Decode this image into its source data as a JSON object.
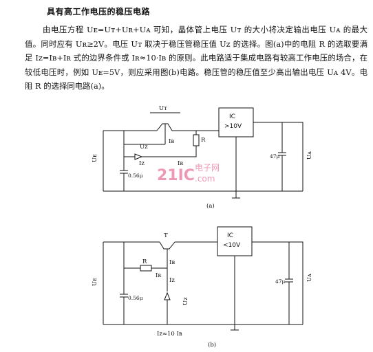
{
  "title": "具有高工作电压的稳压电路",
  "paragraph": "由电压方程 Uᴇ=Uᴛ+Uʀ+Uᴀ 可知，晶体管上电压 Uᴛ 的大小将决定输出电压 Uᴀ 的最大值。同时应有 Uʀ≥2V。电压 Uᴛ 取决于稳压管稳压值 Uᴢ 的选择。图(a)中的电阻 R 的选取要满足 Iᴢ=Iʙ+Iʀ 式的边界条件或 Iʀ≈10·Iʙ 的原则。此电路适于集成电路有较高工作电压的场合，在较低电压时，例如 Uᴇ=5V，则应采用图(b)电路。稳压管的稳压值至少高出输出电压 Uᴀ 4V。电阻 R 的选择同电路(a)。",
  "diagram_a": {
    "ic_line1": "IC",
    "ic_line2": ">10V",
    "ut": "Uᴛ",
    "uz": "Uᴢ",
    "ib": "Iʙ",
    "iz": "Iᴢ",
    "ir": "Iʀ",
    "r": "R",
    "ue": "Uᴇ",
    "ua": "Uᴀ",
    "cap_in": "0.56μ",
    "cap_out": "47μ",
    "caption": "(a)"
  },
  "diagram_b": {
    "t": "T",
    "ic_line1": "IC",
    "ic_line2": "<10V",
    "ib": "Iʙ",
    "iz": "Iᴢ",
    "ir": "Iʀ",
    "r": "R",
    "uz": "Uᴢ",
    "ue": "Uᴇ",
    "ua": "Uᴀ",
    "cap_in": "0.56μ",
    "cap_out": "47μ",
    "formula": "Iᴢ≈10 Iʙ",
    "caption": "(b)"
  },
  "watermark": {
    "logo": "21IC",
    "site": "电子网",
    "domain": ".com"
  }
}
